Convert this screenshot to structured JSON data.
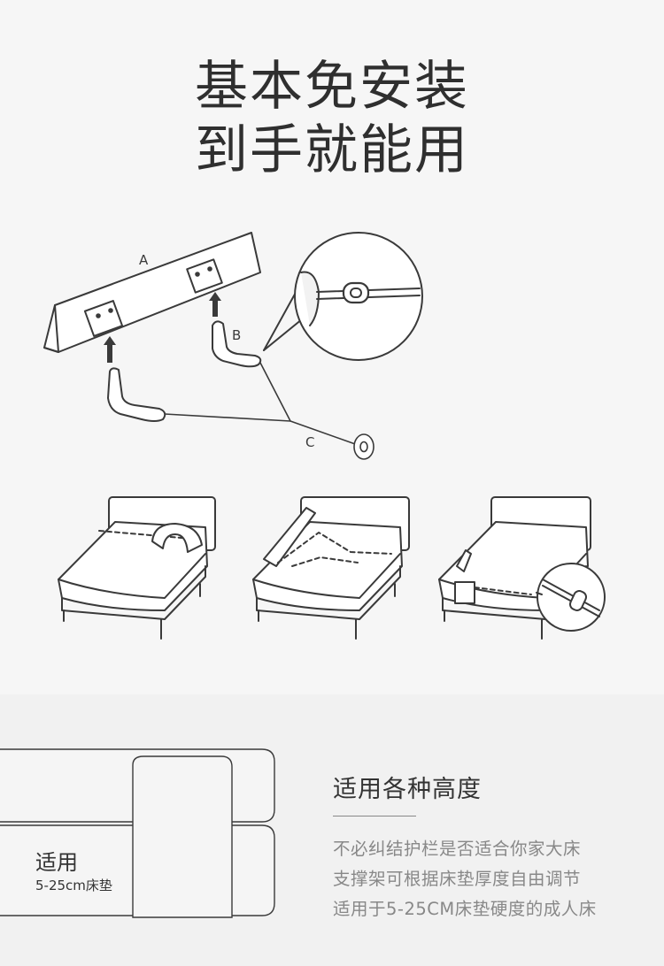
{
  "title": {
    "line1": "基本免安装",
    "line2": "到手就能用"
  },
  "parts": {
    "a": "A",
    "b": "B",
    "c": "C"
  },
  "height_section": {
    "heading": "适用各种高度",
    "description": [
      "不必纠结护栏是否适合你家大床",
      "支撑架可根据床垫厚度自由调节",
      "适用于5-25CM床垫硬度的成人床"
    ],
    "apply_label": "适用",
    "apply_range": "5-25cm床垫"
  },
  "colors": {
    "line": "#3a3a3a",
    "background": "#f6f6f6",
    "muted_text": "#888888"
  }
}
